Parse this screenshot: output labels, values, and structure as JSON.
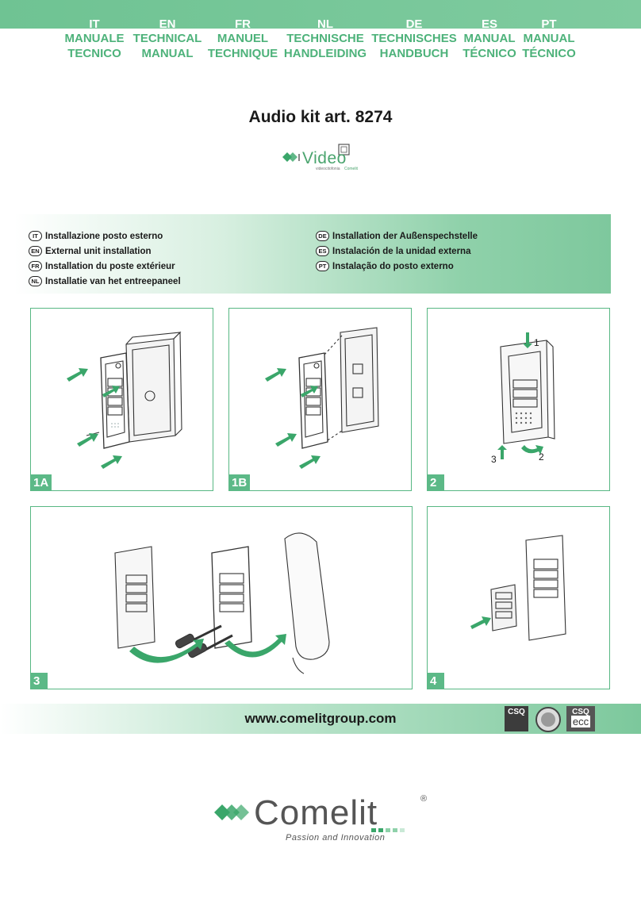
{
  "languages": [
    {
      "code": "IT",
      "line1": "MANUALE",
      "line2": "TECNICO"
    },
    {
      "code": "EN",
      "line1": "TECHNICAL",
      "line2": "MANUAL"
    },
    {
      "code": "FR",
      "line1": "MANUEL",
      "line2": "TECHNIQUE"
    },
    {
      "code": "NL",
      "line1": "TECHNISCHE",
      "line2": "HANDLEIDING"
    },
    {
      "code": "DE",
      "line1": "TECHNISCHES",
      "line2": "HANDBUCH"
    },
    {
      "code": "ES",
      "line1": "MANUAL",
      "line2": "TÉCNICO"
    },
    {
      "code": "PT",
      "line1": "MANUAL",
      "line2": "TÉCNICO"
    }
  ],
  "title": "Audio kit art. 8274",
  "brand": {
    "name": "Video",
    "sub": "videocitofonia",
    "sub2": "Comelit"
  },
  "section": {
    "left": [
      {
        "code": "IT",
        "text": "Installazione posto esterno"
      },
      {
        "code": "EN",
        "text": "External unit installation"
      },
      {
        "code": "FR",
        "text": "Installation du poste extérieur"
      },
      {
        "code": "NL",
        "text": "Installatie van het entreepaneel"
      }
    ],
    "right": [
      {
        "code": "DE",
        "text": "Installation der Außenspechstelle"
      },
      {
        "code": "ES",
        "text": "Instalación de la unidad externa"
      },
      {
        "code": "PT",
        "text": "Instalação do posto externo"
      }
    ]
  },
  "figures": {
    "f1a": "1A",
    "f1b": "1B",
    "f2": "2",
    "f3": "3",
    "f4": "4",
    "steps": {
      "s1": "1",
      "s2": "2",
      "s3": "3"
    }
  },
  "footer": {
    "url": "www.comelitgroup.com",
    "certs": [
      "CSQ",
      "CSQ",
      "ecc"
    ]
  },
  "logo": {
    "word": "Comelit",
    "reg": "®",
    "tagline": "Passion and Innovation"
  },
  "colors": {
    "accent": "#5cb987",
    "accent_light": "#7fcb9f"
  }
}
